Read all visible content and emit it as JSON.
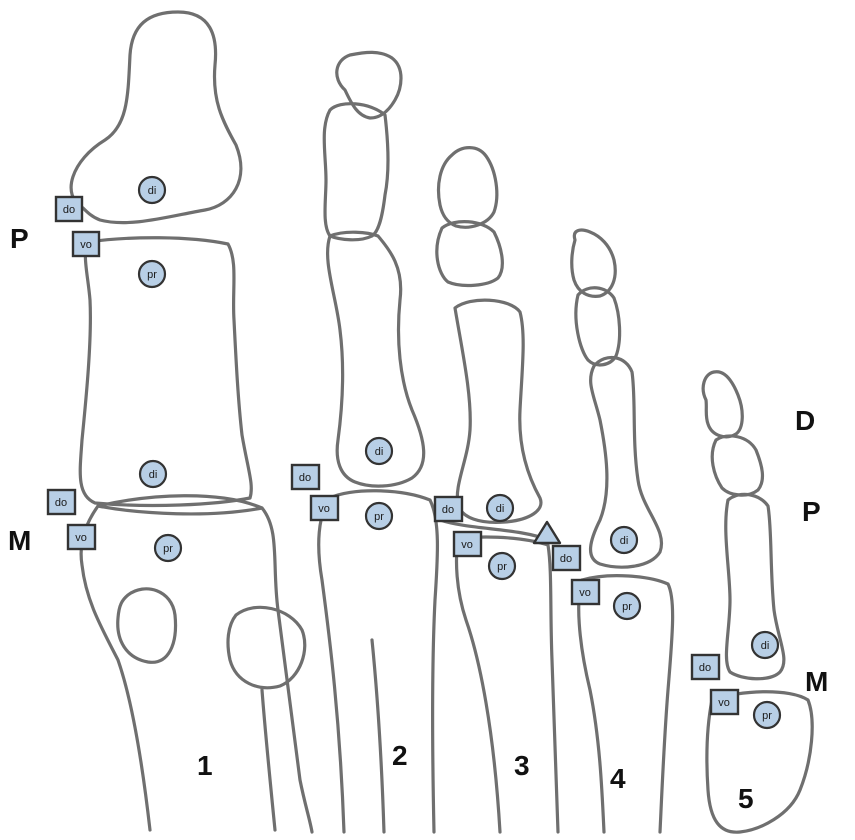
{
  "markers": {
    "do": "do",
    "vo": "vo",
    "di": "di",
    "pr": "pr"
  },
  "side_labels": {
    "P_left": "P",
    "M_left": "M",
    "D_right": "D",
    "P_right": "P",
    "M_right": "M"
  },
  "toe_numbers": [
    "1",
    "2",
    "3",
    "4",
    "5"
  ],
  "colors": {
    "marker_fill": "#b8cfe6",
    "marker_stroke": "#333333",
    "bone_outline": "#6f6f6f",
    "background": "#ffffff"
  }
}
